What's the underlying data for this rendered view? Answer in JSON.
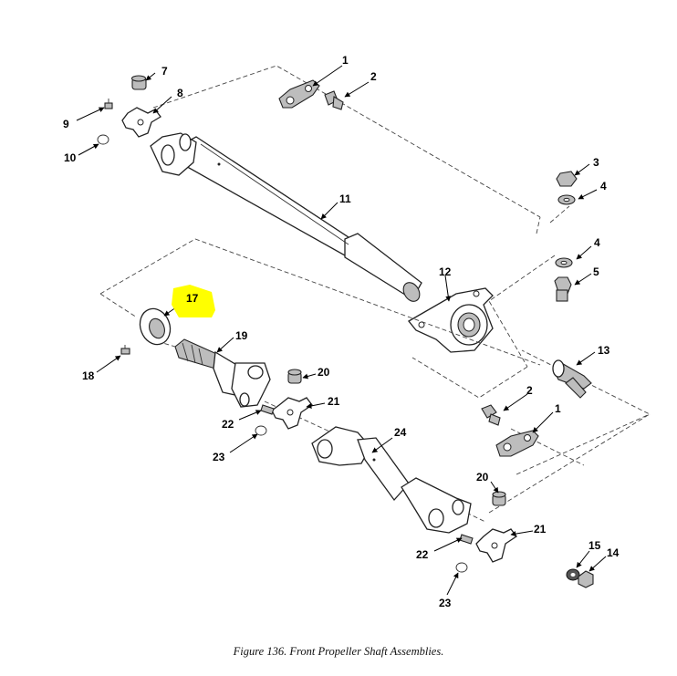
{
  "figure": {
    "caption": "Figure 136.  Front Propeller Shaft Assemblies.",
    "highlight_color": "#ffff00",
    "highlighted_callout": "17"
  },
  "callouts": {
    "c1a": "1",
    "c2a": "2",
    "c3": "3",
    "c4a": "4",
    "c4b": "4",
    "c5": "5",
    "c7": "7",
    "c8": "8",
    "c9": "9",
    "c10": "10",
    "c11": "11",
    "c12": "12",
    "c13": "13",
    "c2b": "2",
    "c1b": "1",
    "c17": "17",
    "c18": "18",
    "c19": "19",
    "c20a": "20",
    "c21a": "21",
    "c22a": "22",
    "c23a": "23",
    "c24": "24",
    "c20b": "20",
    "c21b": "21",
    "c22b": "22",
    "c23b": "23",
    "c15": "15",
    "c14": "14"
  }
}
